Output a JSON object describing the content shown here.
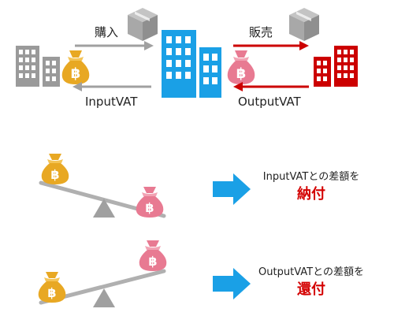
{
  "top_flow": {
    "purchase_label": "購入",
    "sales_label": "販売",
    "input_vat_label": "InputVAT",
    "output_vat_label": "OutputVAT"
  },
  "results": [
    {
      "line1": "InputVATとの差額を",
      "line2": "納付"
    },
    {
      "line1": "OutputVATとの差額を",
      "line2": "還付"
    }
  ],
  "colors": {
    "gray_building": "#9a9a9a",
    "blue_building": "#1aa0e6",
    "red_building": "#cc0000",
    "gold_bag": "#e8a823",
    "pink_bag": "#e87a92",
    "box_gray": "#a8a8a8",
    "arrow_gray": "#a0a0a0",
    "arrow_red": "#cc0000",
    "result_arrow": "#1aa0e6",
    "result_emphasis": "#d40000"
  },
  "icons": {
    "coin_symbol": "฿"
  }
}
